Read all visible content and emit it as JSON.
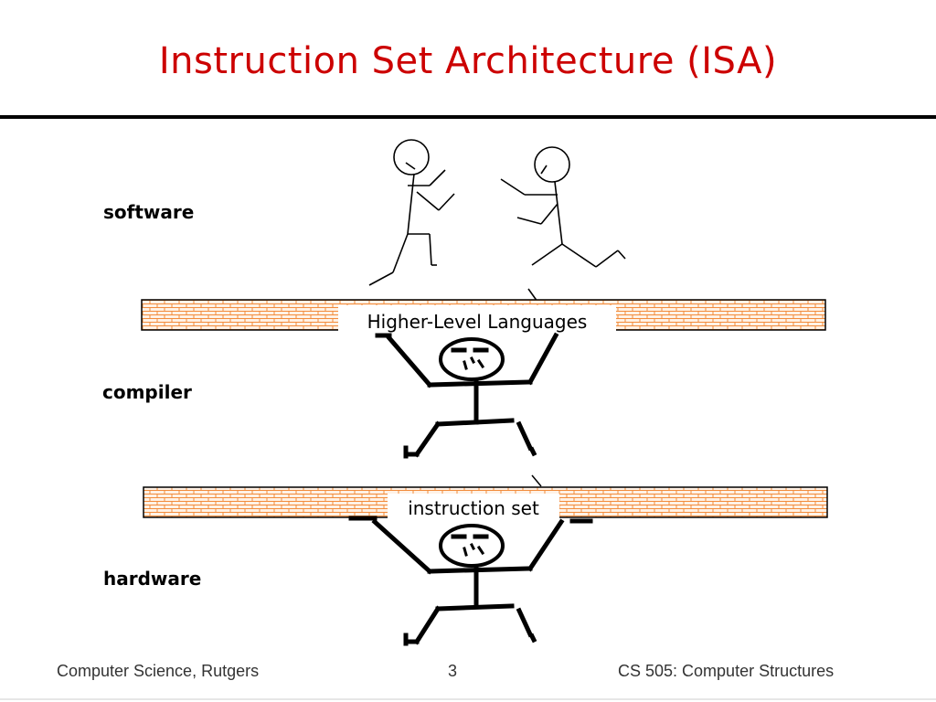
{
  "slide": {
    "title": "Instruction Set Architecture (ISA)",
    "colors": {
      "title": "#cc0000",
      "brick_fill": "#fff2e6",
      "brick_line": "#f28c3c",
      "ink": "#000000"
    }
  },
  "layers": {
    "software": "software",
    "compiler": "compiler",
    "hardware": "hardware"
  },
  "walls": {
    "upper_label": "Higher-Level Languages",
    "lower_label": "instruction set"
  },
  "footer": {
    "left": "Computer Science, Rutgers",
    "page": "3",
    "right": "CS 505: Computer Structures"
  }
}
